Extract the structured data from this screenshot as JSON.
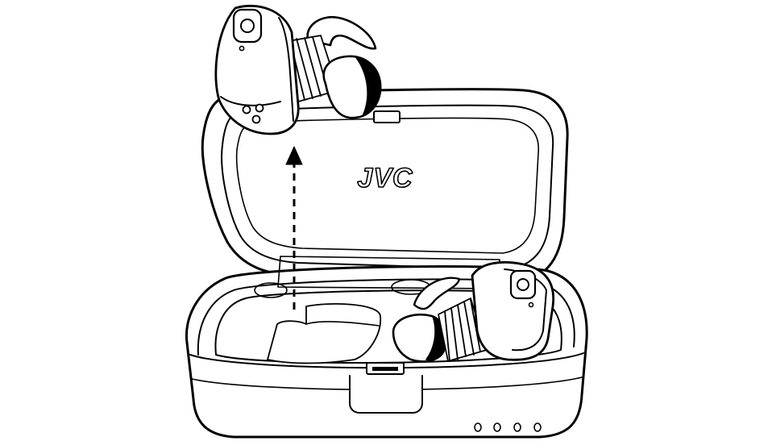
{
  "brand": {
    "logo_text": "JVC"
  },
  "illustration": {
    "subject": "earbuds-in-charging-case",
    "line_color": "#000000",
    "fill_color": "#ffffff",
    "shade_color": "#e6e6e6",
    "arrow_direction": "up",
    "arrow_style": "dashed",
    "indicator_led_count": 4
  }
}
